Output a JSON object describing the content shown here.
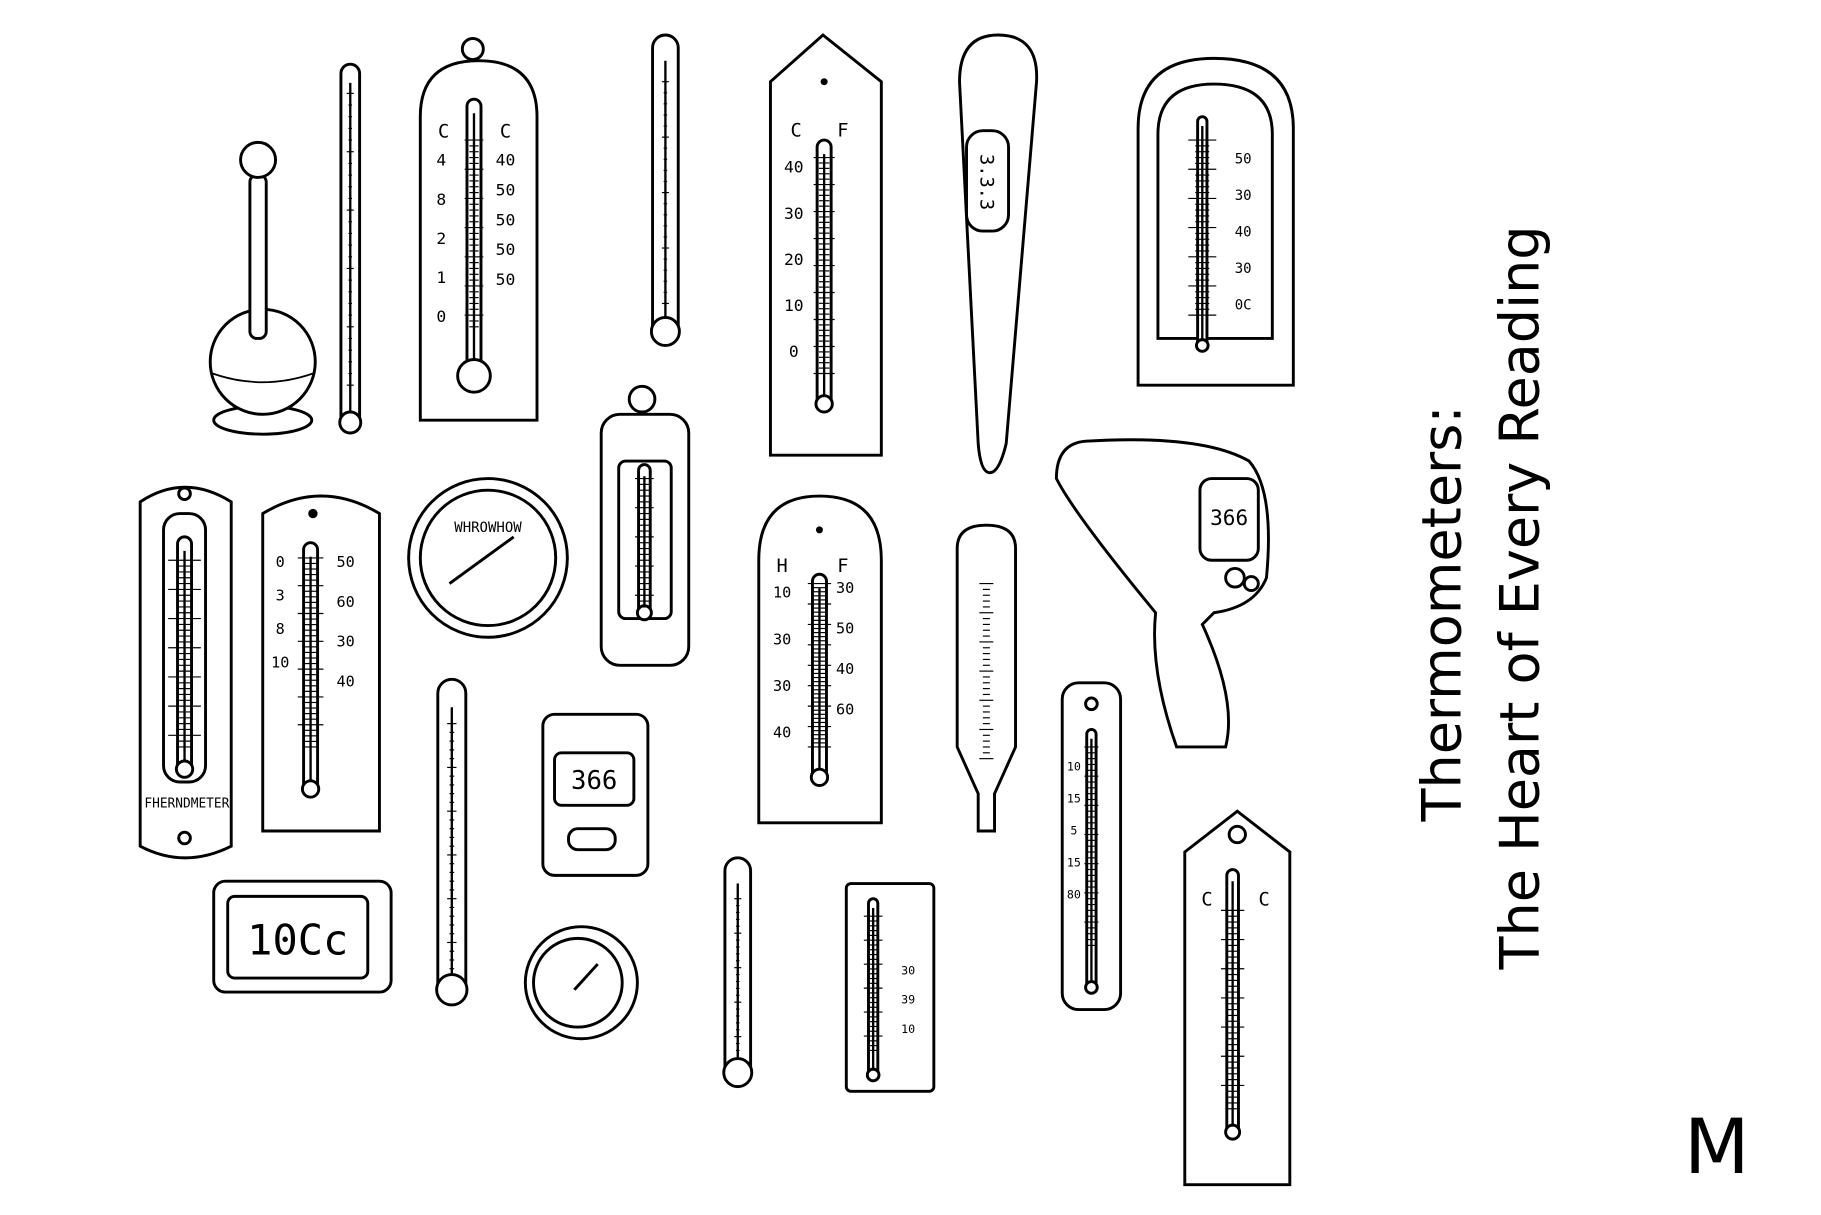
{
  "title": {
    "line1": "Thermometers:",
    "line2": "The Heart of Every Reading"
  },
  "corner_mark": "M",
  "thermometers": {
    "wall_board_cc": {
      "header": [
        "C",
        "C"
      ],
      "left": [
        "4",
        "8",
        "2",
        "1",
        "0"
      ],
      "right": [
        "40",
        "50",
        "50",
        "50",
        "50"
      ]
    },
    "pointed_board_cf": {
      "header": [
        "C",
        "F"
      ],
      "left": [
        "40",
        "30",
        "20",
        "10",
        "0"
      ]
    },
    "oral_digital": {
      "display": "3.3.3"
    },
    "arched_frame": {
      "right": [
        "50",
        "30",
        "40",
        "30",
        "0C"
      ]
    },
    "tag_label": {
      "label": "FHERNDMETER"
    },
    "board_two_scale": {
      "left": [
        "0",
        "3",
        "8",
        "10"
      ],
      "right": [
        "50",
        "60",
        "30",
        "40"
      ]
    },
    "dial_gauge": {
      "label": "WHROWHOW"
    },
    "board_hf": {
      "header": [
        "H",
        "F"
      ],
      "left": [
        "10",
        "30",
        "30",
        "40"
      ],
      "right": [
        "30",
        "50",
        "40",
        "60"
      ]
    },
    "infrared_gun": {
      "display": "366"
    },
    "pocket_digital": {
      "display": "366"
    },
    "desk_digital": {
      "display": "10Cc"
    },
    "block_scale": {
      "right": [
        "30",
        "39",
        "10"
      ]
    },
    "narrow_board": {
      "left": [
        "10",
        "15",
        "5",
        "15",
        "80"
      ]
    },
    "long_tag": {
      "header": [
        "C",
        "C"
      ]
    }
  }
}
